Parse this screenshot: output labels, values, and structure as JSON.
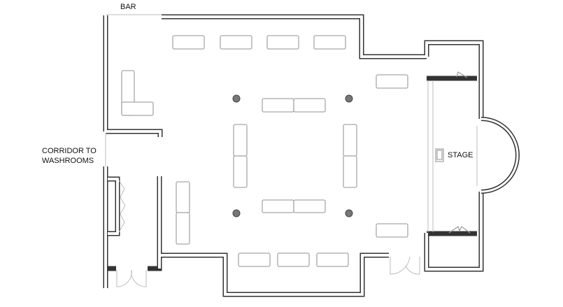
{
  "labels": {
    "bar": "BAR",
    "corridor_line1": "CORRIDOR TO",
    "corridor_line2": "WASHROOMS",
    "stage": "STAGE"
  },
  "colors": {
    "wall": "#333333",
    "furniture": "#a8a8a8",
    "column": "#777777"
  }
}
